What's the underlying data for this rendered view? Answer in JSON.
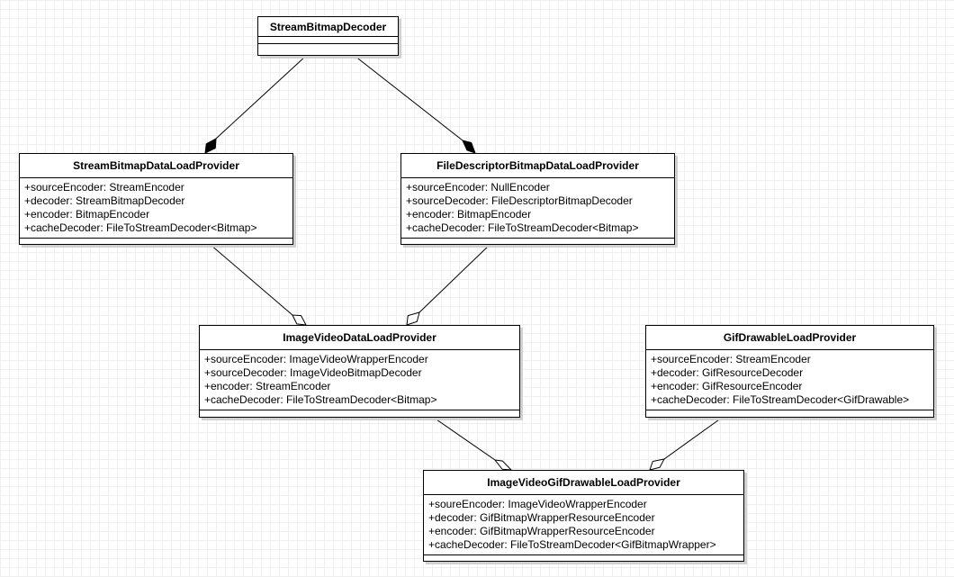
{
  "classes": {
    "stream_bitmap_decoder": {
      "name": "StreamBitmapDecoder",
      "attributes": []
    },
    "stream_bitmap_data_load_provider": {
      "name": "StreamBitmapDataLoadProvider",
      "attributes": [
        "+sourceEncoder: StreamEncoder",
        "+decoder: StreamBitmapDecoder",
        "+encoder: BitmapEncoder",
        "+cacheDecoder: FileToStreamDecoder<Bitmap>"
      ]
    },
    "file_descriptor_bitmap_data_load_provider": {
      "name": "FileDescriptorBitmapDataLoadProvider",
      "attributes": [
        "+sourceEncoder: NullEncoder",
        "+sourceDecoder: FileDescriptorBitmapDecoder",
        "+encoder: BitmapEncoder",
        "+cacheDecoder: FileToStreamDecoder<Bitmap>"
      ]
    },
    "image_video_data_load_provider": {
      "name": "ImageVideoDataLoadProvider",
      "attributes": [
        "+sourceEncoder: ImageVideoWrapperEncoder",
        "+sourceDecoder: ImageVideoBitmapDecoder",
        "+encoder: StreamEncoder",
        "+cacheDecoder: FileToStreamDecoder<Bitmap>"
      ]
    },
    "gif_drawable_load_provider": {
      "name": "GifDrawableLoadProvider",
      "attributes": [
        "+sourceEncoder: StreamEncoder",
        "+decoder: GifResourceDecoder",
        "+encoder: GifResourceEncoder",
        "+cacheDecoder: FileToStreamDecoder<GifDrawable>"
      ]
    },
    "image_video_gif_drawable_load_provider": {
      "name": "ImageVideoGifDrawableLoadProvider",
      "attributes": [
        "+soureEncoder: ImageVideoWrapperEncoder",
        "+decoder: GifBitmapWrapperResourceEncoder",
        "+encoder: GifBitmapWrapperResourceEncoder",
        "+cacheDecoder: FileToStreamDecoder<GifBitmapWrapper>"
      ]
    }
  },
  "relationships": [
    {
      "from": "stream_bitmap_decoder",
      "to": "stream_bitmap_data_load_provider",
      "type": "composition"
    },
    {
      "from": "stream_bitmap_decoder",
      "to": "file_descriptor_bitmap_data_load_provider",
      "type": "composition"
    },
    {
      "from": "stream_bitmap_data_load_provider",
      "to": "image_video_data_load_provider",
      "type": "aggregation"
    },
    {
      "from": "file_descriptor_bitmap_data_load_provider",
      "to": "image_video_data_load_provider",
      "type": "aggregation"
    },
    {
      "from": "image_video_data_load_provider",
      "to": "image_video_gif_drawable_load_provider",
      "type": "aggregation"
    },
    {
      "from": "gif_drawable_load_provider",
      "to": "image_video_gif_drawable_load_provider",
      "type": "aggregation"
    }
  ]
}
